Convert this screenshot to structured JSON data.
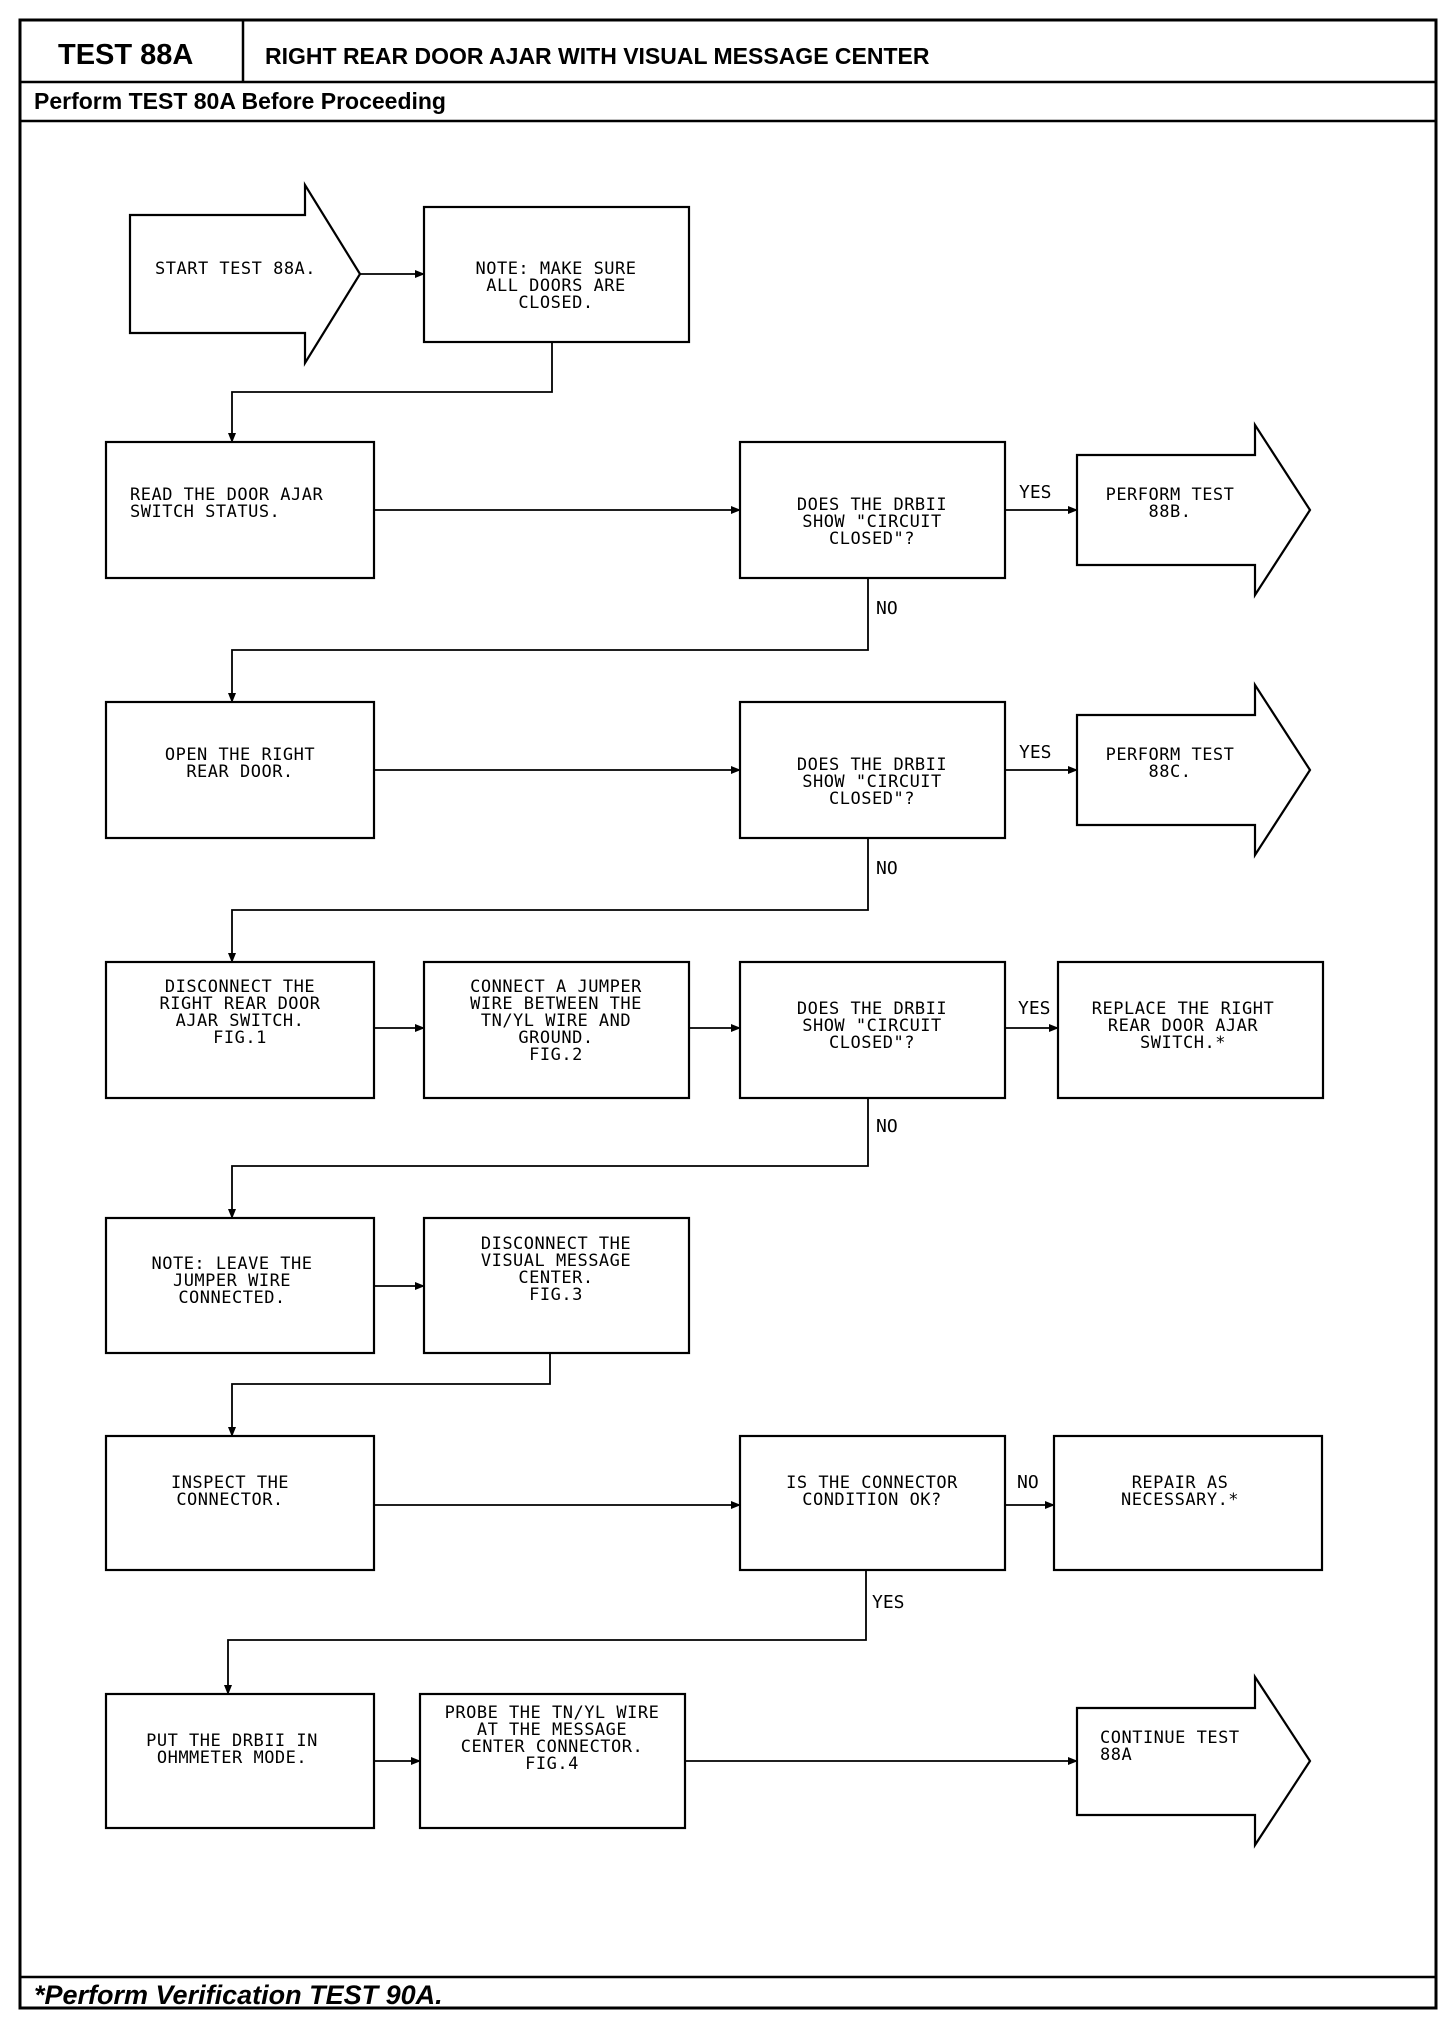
{
  "header": {
    "test_id": "TEST 88A",
    "title": "RIGHT REAR DOOR AJAR WITH VISUAL MESSAGE CENTER",
    "prerequisite": "Perform TEST 80A Before Proceeding"
  },
  "footer": "*Perform Verification TEST 90A.",
  "flow": {
    "start": [
      "START TEST 88A."
    ],
    "note_doors": [
      "NOTE: MAKE SURE",
      "ALL DOORS ARE",
      "CLOSED."
    ],
    "read_status": [
      "READ THE DOOR AJAR",
      "SWITCH STATUS."
    ],
    "q1": [
      "DOES THE DRBII",
      "SHOW \"CIRCUIT",
      "CLOSED\"?"
    ],
    "perform_88b": [
      "PERFORM TEST",
      "88B."
    ],
    "open_door": [
      "OPEN THE RIGHT",
      "REAR DOOR."
    ],
    "q2": [
      "DOES THE DRBII",
      "SHOW \"CIRCUIT",
      "CLOSED\"?"
    ],
    "perform_88c": [
      "PERFORM TEST",
      "88C."
    ],
    "disconnect_switch": [
      "DISCONNECT THE",
      "RIGHT REAR DOOR",
      "AJAR SWITCH.",
      "",
      "FIG.1"
    ],
    "connect_jumper": [
      "CONNECT A JUMPER",
      "WIRE BETWEEN THE",
      "TN/YL WIRE AND",
      "GROUND.",
      "FIG.2"
    ],
    "q3": [
      "DOES THE DRBII",
      "SHOW \"CIRCUIT",
      "CLOSED\"?"
    ],
    "replace_switch": [
      "REPLACE THE RIGHT",
      "REAR DOOR AJAR",
      "SWITCH.*"
    ],
    "note_jumper": [
      "NOTE: LEAVE THE",
      "JUMPER WIRE",
      "CONNECTED."
    ],
    "disconnect_vmc": [
      "DISCONNECT THE",
      "VISUAL MESSAGE",
      "CENTER.",
      "",
      "FIG.3"
    ],
    "inspect": [
      "INSPECT THE",
      "CONNECTOR."
    ],
    "q4": [
      "IS THE CONNECTOR",
      "CONDITION OK?"
    ],
    "repair": [
      "REPAIR AS",
      "NECESSARY.*"
    ],
    "ohmmeter": [
      "PUT THE DRBII IN",
      "OHMMETER MODE."
    ],
    "probe": [
      "PROBE THE TN/YL WIRE",
      "AT THE MESSAGE",
      "CENTER CONNECTOR.",
      "",
      "FIG.4"
    ],
    "continue": [
      "CONTINUE TEST",
      "88A"
    ]
  },
  "labels": {
    "yes": "YES",
    "no": "NO"
  }
}
